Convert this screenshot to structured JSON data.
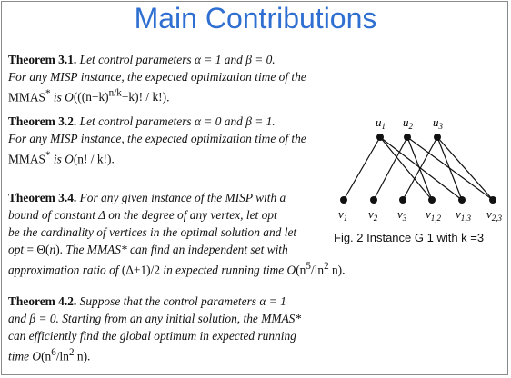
{
  "slide": {
    "title": "Main Contributions"
  },
  "theorems": [
    {
      "label": "Theorem 3.1.",
      "lines": [
        "Let control parameters α = 1 and β = 0.",
        "For any MISP instance, the expected optimization time of the",
        "MMAS* is O(((n−k)^(n/k)+k)!/k!)."
      ]
    },
    {
      "label": "Theorem 3.2.",
      "lines": [
        "Let control parameters α = 0 and β = 1.",
        "For any MISP instance, the expected optimization time of the",
        "MMAS* is O(n!/k!)."
      ]
    },
    {
      "label": "Theorem 3.4.",
      "lines": [
        "For any given instance of the MISP with a",
        "bound of constant Δ on the degree of any vertex, let opt",
        "be the cardinality of vertices in the optimal solution and let",
        "opt = Θ(n). The MMAS* can find an independent set with",
        "approximation ratio of (Δ+1)/2 in expected running time O(n^5/ln^2 n)."
      ]
    },
    {
      "label": "Theorem 4.2.",
      "lines": [
        "Suppose that the control parameters α = 1",
        "and β = 0. Starting from an any initial solution, the MMAS*",
        "can efficiently find the global optimum in expected running",
        "time O(n^6/ln^2 n)."
      ]
    }
  ],
  "figure": {
    "caption": "Fig. 2 Instance G 1 with k =3",
    "top_nodes": [
      "u1",
      "u2",
      "u3"
    ],
    "bottom_nodes": [
      "v1",
      "v2",
      "v3",
      "v1,2",
      "v1,3",
      "v2,3"
    ]
  }
}
